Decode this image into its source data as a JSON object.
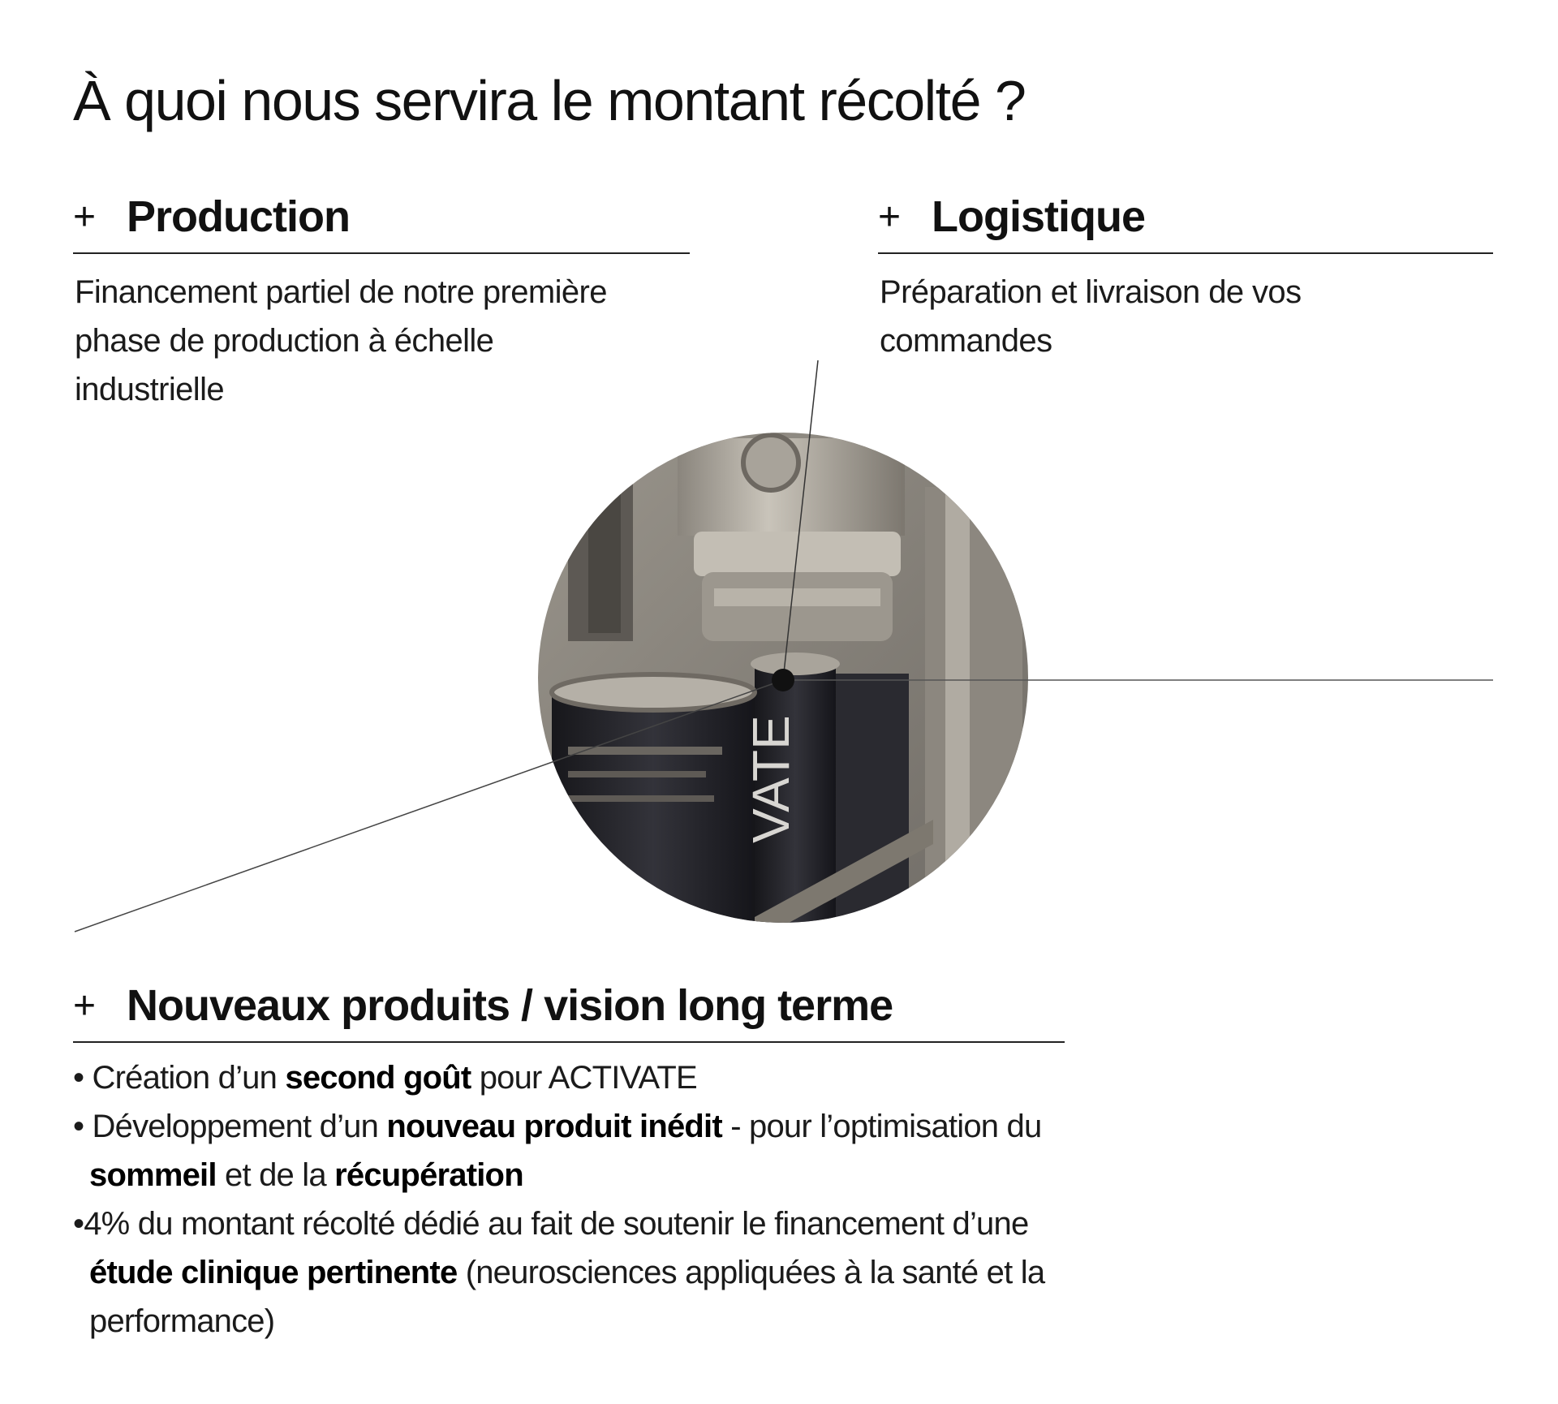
{
  "title": "À quoi nous servira le montant récolté ?",
  "sections": {
    "production": {
      "plus": "+",
      "heading": "Production",
      "line1": "Financement partiel de notre première",
      "line2": "phase de production à échelle",
      "line3": "industrielle"
    },
    "logistique": {
      "plus": "+",
      "heading": "Logistique",
      "line1": "Préparation et livraison de vos",
      "line2": "commandes"
    },
    "nouveaux": {
      "plus": "+",
      "heading": "Nouveaux produits / vision long terme",
      "bullets": [
        {
          "dot": "•",
          "parts": [
            " Création d’un ",
            "second goût",
            " pour ACTIVATE"
          ]
        },
        {
          "dot": "•",
          "parts": [
            " Développement d’un ",
            "nouveau produit inédit",
            " - pour l’optimisation du ",
            "sommeil",
            " et de la ",
            "récupération"
          ]
        },
        {
          "dot": "•",
          "parts": [
            "4% du montant récolté dédié au fait de soutenir le financement d’une ",
            "étude clinique pertinente",
            " (neurosciences appliquées à la santé et la performance)"
          ]
        }
      ]
    }
  },
  "image": {
    "can_text": "VATE",
    "colors": {
      "metal_light": "#b9b3a8",
      "metal_dark": "#6e6962",
      "can_dark": "#26262b",
      "background": "#8f8a82"
    }
  }
}
